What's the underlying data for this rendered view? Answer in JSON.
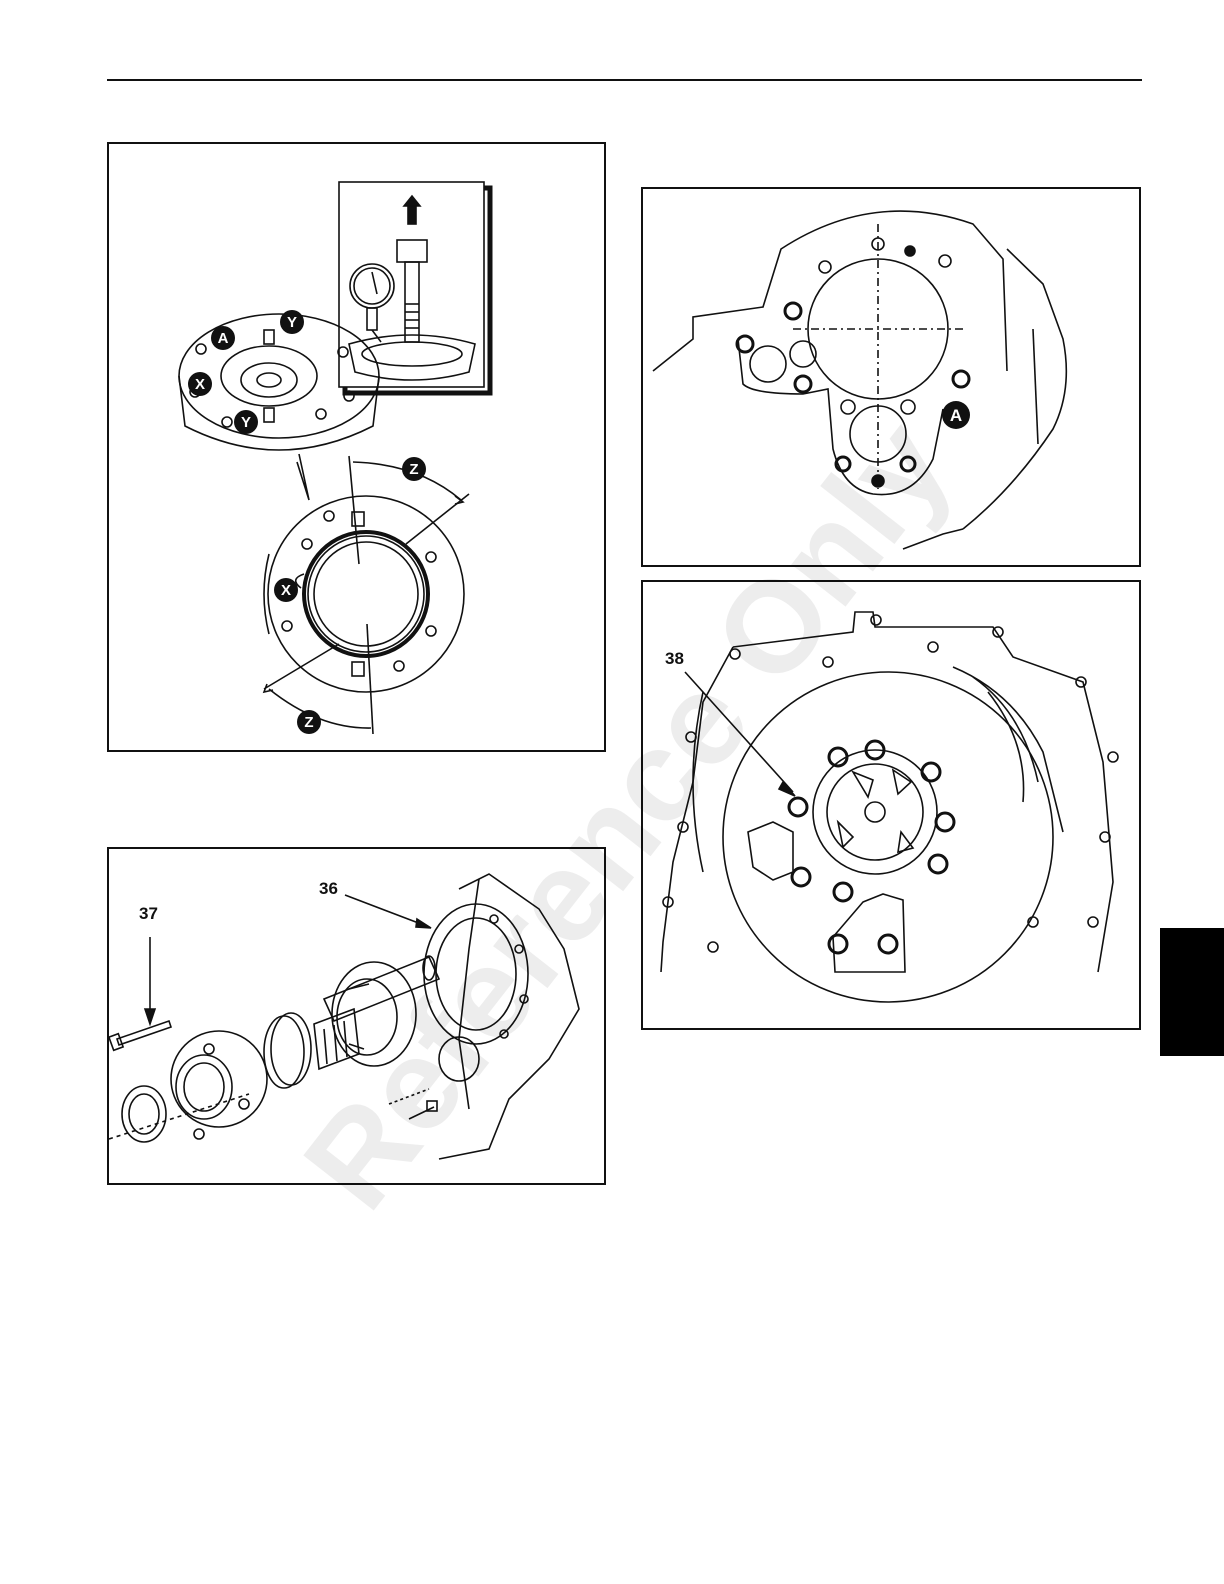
{
  "page": {
    "watermark": "Reference Only"
  },
  "figures": {
    "fig1": {
      "labels": {
        "a": "A",
        "x": "X",
        "y": "Y",
        "z": "Z"
      }
    },
    "fig2": {
      "labels": {
        "a": "A"
      }
    },
    "fig3": {
      "labels": {
        "part_36": "36",
        "part_37": "37"
      }
    },
    "fig4": {
      "labels": {
        "part_38": "38"
      }
    }
  },
  "colors": {
    "ink": "#111111",
    "badge_fill": "#111111",
    "badge_text": "#ffffff",
    "tab": "#000000"
  }
}
